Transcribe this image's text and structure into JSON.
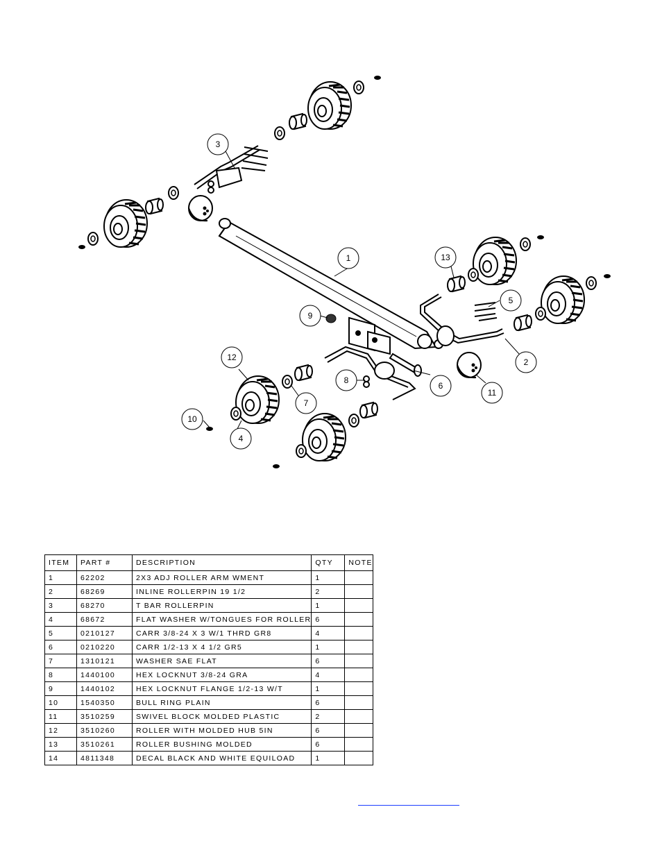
{
  "diagram": {
    "callouts": [
      "1",
      "2",
      "3",
      "4",
      "5",
      "6",
      "7",
      "8",
      "9",
      "10",
      "11",
      "12",
      "13"
    ]
  },
  "table": {
    "headers": [
      "ITEM",
      "PART #",
      "DESCRIPTION",
      "QTY",
      "NOTE"
    ],
    "rows": [
      {
        "item": "1",
        "part": "62202",
        "desc": "2X3 ADJ ROLLER ARM WMENT",
        "qty": "1",
        "note": ""
      },
      {
        "item": "2",
        "part": "68269",
        "desc": "INLINE ROLLERPIN 19 1/2",
        "qty": "2",
        "note": ""
      },
      {
        "item": "3",
        "part": "68270",
        "desc": "T BAR ROLLERPIN",
        "qty": "1",
        "note": ""
      },
      {
        "item": "4",
        "part": "68672",
        "desc": "FLAT WASHER W/TONGUES FOR ROLLER",
        "qty": "6",
        "note": ""
      },
      {
        "item": "5",
        "part": "0210127",
        "desc": "CARR 3/8-24 X 3 W/1 THRD GR8",
        "qty": "4",
        "note": ""
      },
      {
        "item": "6",
        "part": "0210220",
        "desc": "CARR 1/2-13 X 4 1/2 GR5",
        "qty": "1",
        "note": ""
      },
      {
        "item": "7",
        "part": "1310121",
        "desc": "WASHER SAE FLAT",
        "qty": "6",
        "note": ""
      },
      {
        "item": "8",
        "part": "1440100",
        "desc": "HEX LOCKNUT 3/8-24 GRA",
        "qty": "4",
        "note": ""
      },
      {
        "item": "9",
        "part": "1440102",
        "desc": "HEX LOCKNUT FLANGE 1/2-13 W/T",
        "qty": "1",
        "note": ""
      },
      {
        "item": "10",
        "part": "1540350",
        "desc": "BULL RING PLAIN",
        "qty": "6",
        "note": ""
      },
      {
        "item": "11",
        "part": "3510259",
        "desc": "SWIVEL BLOCK MOLDED PLASTIC",
        "qty": "2",
        "note": ""
      },
      {
        "item": "12",
        "part": "3510260",
        "desc": "ROLLER WITH MOLDED HUB  5IN",
        "qty": "6",
        "note": ""
      },
      {
        "item": "13",
        "part": "3510261",
        "desc": "ROLLER BUSHING MOLDED",
        "qty": "6",
        "note": ""
      },
      {
        "item": "14",
        "part": "4811348",
        "desc": "DECAL BLACK AND WHITE EQUILOAD",
        "qty": "1",
        "note": ""
      }
    ]
  },
  "footer": {
    "link_text": ""
  }
}
